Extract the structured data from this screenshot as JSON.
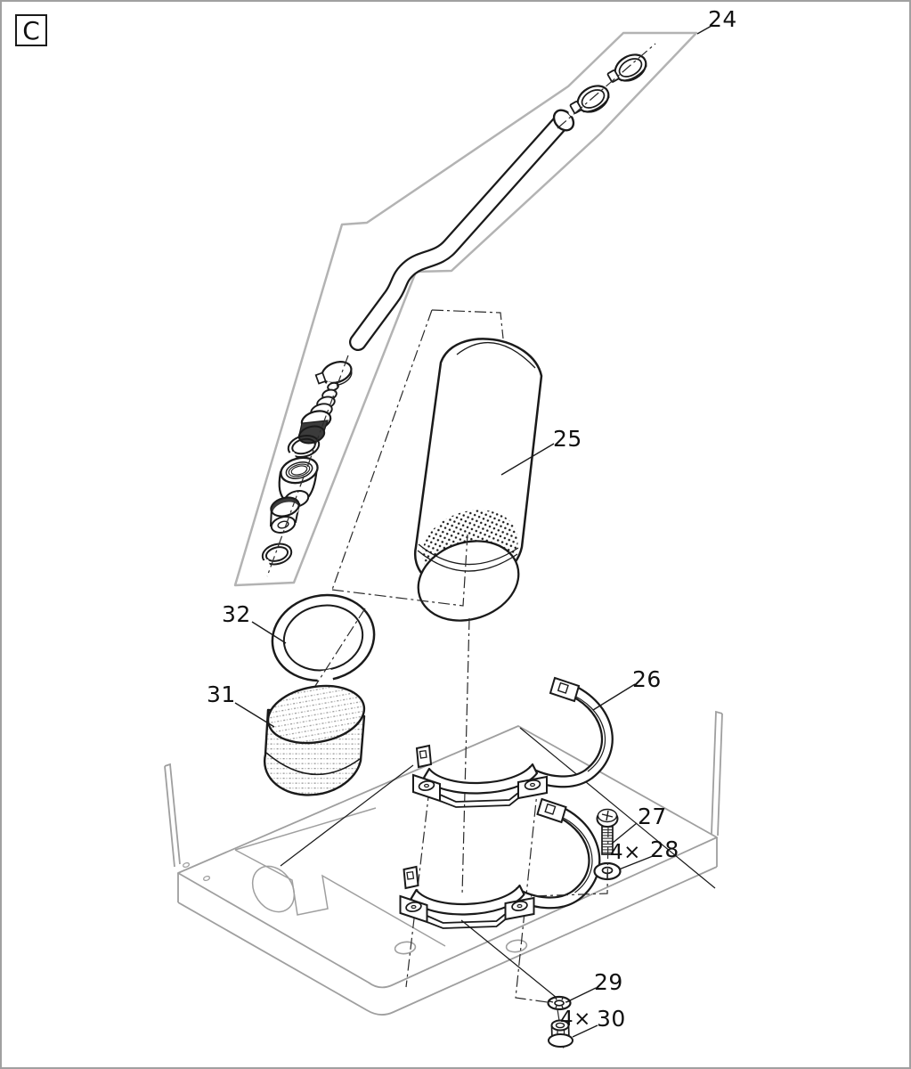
{
  "figure_label": "C",
  "labels": {
    "l24": "24",
    "l25": "25",
    "l26": "26",
    "l27": "27",
    "l28": "28",
    "l29": "29",
    "l30": "30",
    "l31": "31",
    "l32": "32"
  },
  "quantities": {
    "screws": "4×",
    "nuts": "4×"
  },
  "colors": {
    "line": "#1a1a1a",
    "group_outline": "#b3b3b3",
    "plate": "#9f9f9f",
    "dark_fill": "#3b3b3b",
    "background": "#ffffff",
    "frame_border": "#a0a0a0"
  }
}
